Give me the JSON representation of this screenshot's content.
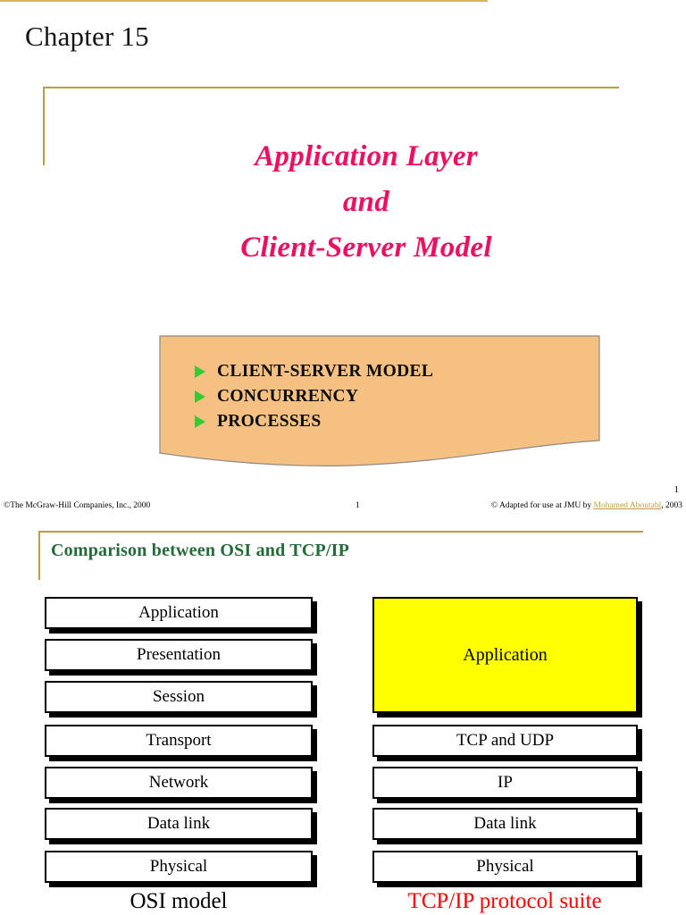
{
  "slide1": {
    "chapter_label": "Chapter 15",
    "title_lines": [
      "Application Layer",
      "and",
      "Client-Server Model"
    ],
    "title_color": "#ec0f62",
    "panel_color": "#f5c183",
    "bullet_color": "#33cc33",
    "bullets": [
      "CLIENT-SERVER MODEL",
      "CONCURRENCY",
      "PROCESSES"
    ],
    "footer": {
      "copyright": "©The McGraw-Hill Companies, Inc., 2000",
      "page_number": "1",
      "adapted_prefix": "© Adapted for use at JMU by ",
      "author_link": "Mohamed Aboutabl",
      "adapted_suffix": ", 2003",
      "link_color": "#bf9d3f"
    },
    "slide_number": "1",
    "accent_color": "#bf9d3f"
  },
  "slide2": {
    "title": "Comparison between OSI and TCP/IP",
    "title_color": "#236b38",
    "accent_color": "#bf9d3f",
    "osi": {
      "caption": "OSI model",
      "caption_color": "#000000",
      "layers": [
        "Application",
        "Presentation",
        "Session",
        "Transport",
        "Network",
        "Data link",
        "Physical"
      ]
    },
    "tcpip": {
      "caption": "TCP/IP protocol suite",
      "caption_color": "#fe0000",
      "highlight_color": "#ffff00",
      "layers": [
        "Application",
        "TCP and  UDP",
        "IP",
        "Data link",
        "Physical"
      ]
    }
  }
}
